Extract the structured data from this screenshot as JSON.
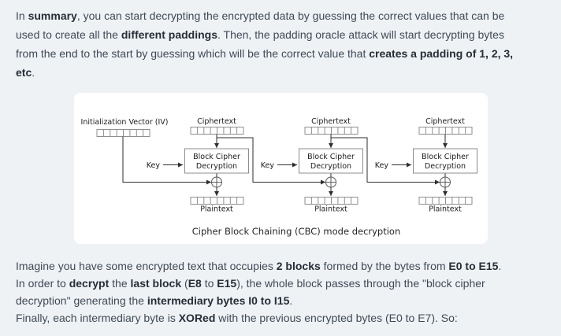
{
  "colors": {
    "page_background": "#eff2f5",
    "card_background": "#ffffff",
    "body_text": "#3f4956",
    "bold_text": "#262d36",
    "diagram_line": "#2e2e2e"
  },
  "paragraph_top": {
    "lines": [
      {
        "runs": [
          {
            "t": "In ",
            "bold": false
          },
          {
            "t": "summary",
            "bold": true
          },
          {
            "t": ", you can start decrypting the encrypted data by guessing the correct values that can be",
            "bold": false
          }
        ]
      },
      {
        "runs": [
          {
            "t": "used to create all the ",
            "bold": false
          },
          {
            "t": "different paddings",
            "bold": true
          },
          {
            "t": ". Then, the padding oracle attack will start decrypting bytes",
            "bold": false
          }
        ]
      },
      {
        "runs": [
          {
            "t": "from the end to the start by guessing which will be the correct value that ",
            "bold": false
          },
          {
            "t": "creates a padding of 1, 2, 3,",
            "bold": true
          }
        ]
      },
      {
        "runs": [
          {
            "t": "etc",
            "bold": true
          },
          {
            "t": ".",
            "bold": false
          }
        ]
      }
    ]
  },
  "diagram": {
    "iv_label": "Initialization Vector (IV)",
    "ciphertext_label": "Ciphertext",
    "key_label": "Key",
    "decryption_box_line1": "Block Cipher",
    "decryption_box_line2": "Decryption",
    "plaintext_label": "Plaintext",
    "caption": "Cipher Block Chaining (CBC) mode decryption",
    "block_count": 3,
    "bytes_per_block": 8
  },
  "paragraph_bottom": {
    "lines": [
      {
        "runs": [
          {
            "t": "Imagine you have some encrypted text that occupies ",
            "bold": false
          },
          {
            "t": "2 blocks",
            "bold": true
          },
          {
            "t": " formed by the bytes from ",
            "bold": false
          },
          {
            "t": "E0 to E15",
            "bold": true
          },
          {
            "t": ".",
            "bold": false
          }
        ]
      },
      {
        "runs": [
          {
            "t": "In order to ",
            "bold": false
          },
          {
            "t": "decrypt",
            "bold": true
          },
          {
            "t": " the ",
            "bold": false
          },
          {
            "t": "last block",
            "bold": true
          },
          {
            "t": " (",
            "bold": false
          },
          {
            "t": "E8",
            "bold": true
          },
          {
            "t": " to ",
            "bold": false
          },
          {
            "t": "E15",
            "bold": true
          },
          {
            "t": "), the whole block passes through the \"block cipher",
            "bold": false
          }
        ]
      },
      {
        "runs": [
          {
            "t": "decryption\" generating the ",
            "bold": false
          },
          {
            "t": "intermediary bytes I0 to I15",
            "bold": true
          },
          {
            "t": ".",
            "bold": false
          }
        ]
      },
      {
        "runs": [
          {
            "t": "Finally, each intermediary byte is ",
            "bold": false
          },
          {
            "t": "XORed",
            "bold": true
          },
          {
            "t": " with the previous encrypted bytes (E0 to E7). So:",
            "bold": false
          }
        ]
      }
    ]
  }
}
